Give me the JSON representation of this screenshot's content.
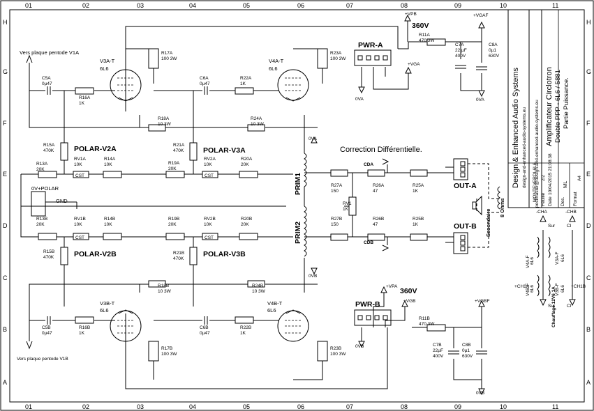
{
  "grid": {
    "columns": [
      "01",
      "02",
      "03",
      "04",
      "05",
      "06",
      "07",
      "08",
      "09",
      "10",
      "11"
    ],
    "rows": [
      "H",
      "G",
      "F",
      "E",
      "D",
      "C",
      "B",
      "A"
    ]
  },
  "title_block": {
    "company": "Design & Enhanced Audio Systems",
    "website": "design-and-enhanced-audio-systems.eu",
    "email": "postmaster@design-and-enhanced-audio-systems.eu",
    "project_name": "Amplificateur Circlotron",
    "project_subtitle": "Double PPP - 6L6 / 5881",
    "project_part": "Partie Puissance.",
    "filename": "MONTEVERDI-6L6-",
    "sheet_label": "Feuille",
    "sheet_value": "2/2",
    "date_label": "Date",
    "date_value": "10/04/2015 21:08:38",
    "des_label": "Des.",
    "des_value": "ML",
    "format_label": "Format",
    "format_value": "A4"
  },
  "labels": {
    "pentode_v1a": "Vers plaque pentode V1A",
    "pentode_v1b": "Vers plaque pentode V1B",
    "polar_v2a": "POLAR-V2A",
    "polar_v3a": "POLAR-V3A",
    "polar_v2b": "POLAR-V2B",
    "polar_v3b": "POLAR-V3B",
    "correction": "Correction Différentielle.",
    "pwr_a": "PWR-A",
    "pwr_b": "PWR-B",
    "v360a": "360V",
    "v360b": "360V",
    "out_a": "OUT-A",
    "out_b": "OUT-B",
    "prim1": "PRIM1",
    "prim2": "PRIM2",
    "secondaire": "Secondaire",
    "ohms": "8 Ohms",
    "gnd": "GND",
    "ov_polar": "0V+POLAR",
    "cda": "CDA",
    "cdb": "CDB",
    "chauffage": "Chauffage 12V6 1A",
    "sur1": "Sur",
    "ci1": "CI",
    "sur2": "Sur",
    "ci2": "CI"
  },
  "power_labels": {
    "vpa": "+VPA",
    "vpb": "+VPB",
    "vga": "+VGA",
    "vgb": "+VGB",
    "vgaf": "+VGAF",
    "vgbf": "+VGBF",
    "ova": "0VA",
    "ovb": "0VB",
    "cha_minus": "-CHA",
    "chb_minus": "-CHB",
    "cha_plus": "+CH1A",
    "chb_plus": "+CH1B"
  },
  "tubes": [
    {
      "ref": "V3A-T",
      "type": "6L6"
    },
    {
      "ref": "V4A-T",
      "type": "6L6"
    },
    {
      "ref": "V3B-T",
      "type": "6L6"
    },
    {
      "ref": "V4B-T",
      "type": "6L6"
    }
  ],
  "heater_tubes": [
    {
      "ref": "V3A-F",
      "type": "6L6"
    },
    {
      "ref": "V4A-F",
      "type": "6L6"
    },
    {
      "ref": "V3B-F",
      "type": "6L6"
    },
    {
      "ref": "V4B-F",
      "type": "6L6"
    }
  ],
  "components": {
    "c5a": [
      "C5A",
      "0µ47"
    ],
    "r16a": [
      "R16A",
      "1K"
    ],
    "r17a": [
      "R17A",
      "100 3W"
    ],
    "c6a": [
      "C6A",
      "0µ47"
    ],
    "r22a": [
      "R22A",
      "1K"
    ],
    "r23a": [
      "R23A",
      "100 3W"
    ],
    "r11a": [
      "R11A",
      "470 3W"
    ],
    "c7a": [
      "C7A",
      "22 µF",
      "400V"
    ],
    "c8a": [
      "C8A",
      "0µ1",
      "630V"
    ],
    "r18a": [
      "R18A",
      "10 3W"
    ],
    "r24a": [
      "R24A",
      "10 3W"
    ],
    "r15a": [
      "R15A",
      "470K"
    ],
    "r21a": [
      "R21A",
      "470K"
    ],
    "r13a": [
      "R13A",
      "20K"
    ],
    "rv1a": [
      "RV1A",
      "10K"
    ],
    "r14a": [
      "R14A",
      "10K"
    ],
    "r19a": [
      "R19A",
      "20K"
    ],
    "rv2a": [
      "RV2A",
      "10K"
    ],
    "r20a": [
      "R20A",
      "20K"
    ],
    "r13b": [
      "R13B",
      "20K"
    ],
    "rv1b": [
      "RV1B",
      "10K"
    ],
    "r14b": [
      "R14B",
      "10K"
    ],
    "r19b": [
      "R19B",
      "20K"
    ],
    "rv2b": [
      "RV2B",
      "10K"
    ],
    "r20b": [
      "R20B",
      "20K"
    ],
    "r15b": [
      "R15B",
      "470K"
    ],
    "r21b": [
      "R21B",
      "470K"
    ],
    "r18b": [
      "R18B",
      "10 3W"
    ],
    "r24b": [
      "R24B",
      "10 3W"
    ],
    "c5b": [
      "C5B",
      "0µ47"
    ],
    "r16b": [
      "R16B",
      "1K"
    ],
    "r17b": [
      "R17B",
      "100 3W"
    ],
    "c6b": [
      "C6B",
      "0µ47"
    ],
    "r22b": [
      "R22B",
      "1K"
    ],
    "r23b": [
      "R23B",
      "100 3W"
    ],
    "r11b": [
      "R11B",
      "470 3W"
    ],
    "c7b": [
      "C7B",
      "22µF",
      "400V"
    ],
    "c8b": [
      "C8B",
      "0µ1",
      "630V"
    ],
    "r27a": [
      "R27A",
      "150"
    ],
    "r26a": [
      "R26A",
      "47"
    ],
    "r25a": [
      "R25A",
      "1K"
    ],
    "rv1": [
      "RV1",
      "1K"
    ],
    "r27b": [
      "R27B",
      "150"
    ],
    "r26b": [
      "R26B",
      "47"
    ],
    "r25b": [
      "R25B",
      "1K"
    ]
  },
  "cst": "CST"
}
